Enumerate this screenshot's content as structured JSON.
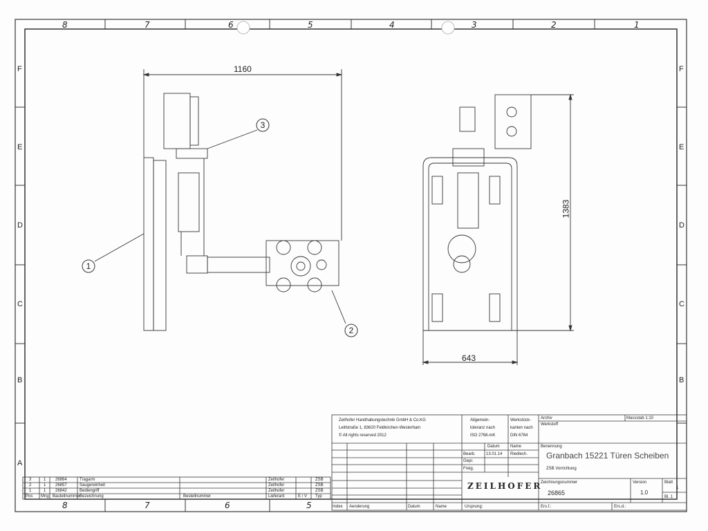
{
  "zones_top": [
    "8",
    "7",
    "6",
    "5",
    "4",
    "3",
    "2",
    "1"
  ],
  "zones_side": [
    "F",
    "E",
    "D",
    "C",
    "B",
    "A"
  ],
  "dimensions": {
    "width_side": "1160",
    "height_front": "1383",
    "width_front": "643"
  },
  "balloons": [
    "1",
    "2",
    "3"
  ],
  "title_block": {
    "company_line1": "Zeilhofer Handhabungstechnik GmbH & Co.KG",
    "company_line2": "Leitlstraße 1, 83620 Feldkirchen-Westerham",
    "copyright": "© All rights reserved 2012",
    "tolerance": [
      "Allgemein-",
      "toleranz nach",
      "ISO 2768-mK"
    ],
    "edges": [
      "Werkstück-",
      "kanten nach",
      "DIN 6784"
    ],
    "archiv": "Archiv",
    "massstab": "Massstab 1:10",
    "werkstoff": "Werkstoff",
    "datum_label": "Datum",
    "name_label": "Name",
    "bearb": "Bearb.",
    "bearb_date": "13.01.14",
    "bearb_name": "Riedlech.",
    "gepr": "Gepr.",
    "freig": "Freig.",
    "benennung": "Benennung",
    "title": "Granbach 15221 Türen Scheiben",
    "subtitle": "ZSB Vorrichtung",
    "logo": "ZEILHOFER",
    "zeichnungsnummer_label": "Zeichnungsnummer",
    "zeichnungsnummer": "26865",
    "version_label": "Version",
    "version": "1.0",
    "blatt_label": "Blatt",
    "blatt": "1",
    "bl_label": "Bl. 1",
    "index": "Index",
    "aenderung": "Aenderung",
    "datum": "Datum",
    "name": "Name",
    "ursprung": "Ursprung:",
    "ers_f": "Ers.f.:",
    "ers_d": "Ers.d.:"
  },
  "parts_list": {
    "headers": [
      "Pos",
      "Mng",
      "Bauteilnummer",
      "Bezeichnung",
      "Bestellnummer",
      "Lieferant",
      "E / V",
      "Typ"
    ],
    "rows": [
      [
        "3",
        "1",
        "26864",
        "Tragarm",
        "",
        "Zeilhofer",
        "",
        "ZSB"
      ],
      [
        "2",
        "1",
        "26857",
        "Saugereinheit",
        "",
        "Zeilhofer",
        "",
        "ZSB"
      ],
      [
        "1",
        "1",
        "26842",
        "Bediengriff",
        "",
        "Zeilhofer",
        "",
        "ZSB"
      ]
    ]
  }
}
